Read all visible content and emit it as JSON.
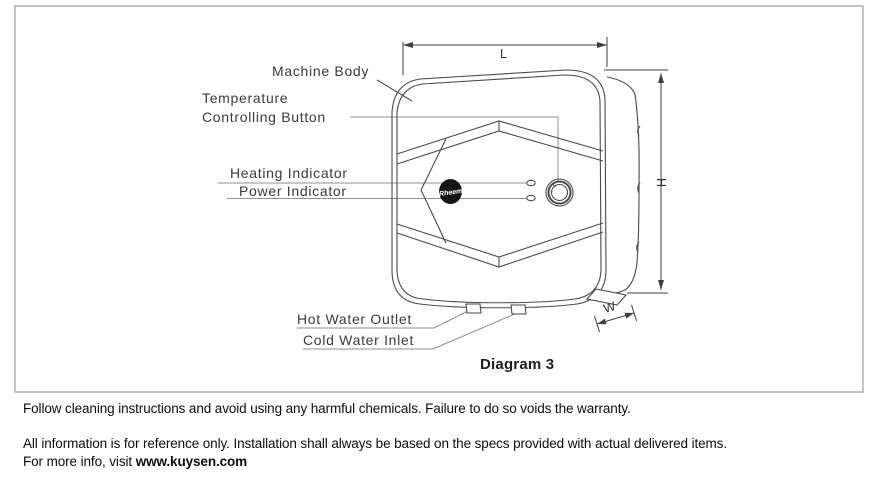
{
  "diagram": {
    "caption": "Diagram 3",
    "brand": "Rheem",
    "labels": {
      "machine_body": "Machine Body",
      "temp_line1": "Temperature",
      "temp_line2": "Controlling Button",
      "heating_indicator": "Heating Indicator",
      "power_indicator": "Power Indicator",
      "hot_water_outlet": "Hot Water Outlet",
      "cold_water_inlet": "Cold Water Inlet"
    },
    "dimensions": {
      "length": "L",
      "height": "H",
      "width": "W"
    }
  },
  "footer": {
    "line1": "Follow cleaning instructions and avoid using any harmful chemicals. Failure to do so voids the warranty.",
    "line2": "All information is for reference only. Installation shall always be based on the specs provided with actual delivered items.",
    "line3_prefix": "For more info, visit ",
    "website": "www.kuysen.com"
  },
  "colors": {
    "drawing_line": "#4a4a4a",
    "leader_line": "#8f8f8f",
    "dimension_line": "#3f3f3f",
    "label_text": "#3a3a3a",
    "frame_border": "#c3c3c3",
    "logo_fill": "#141414"
  }
}
